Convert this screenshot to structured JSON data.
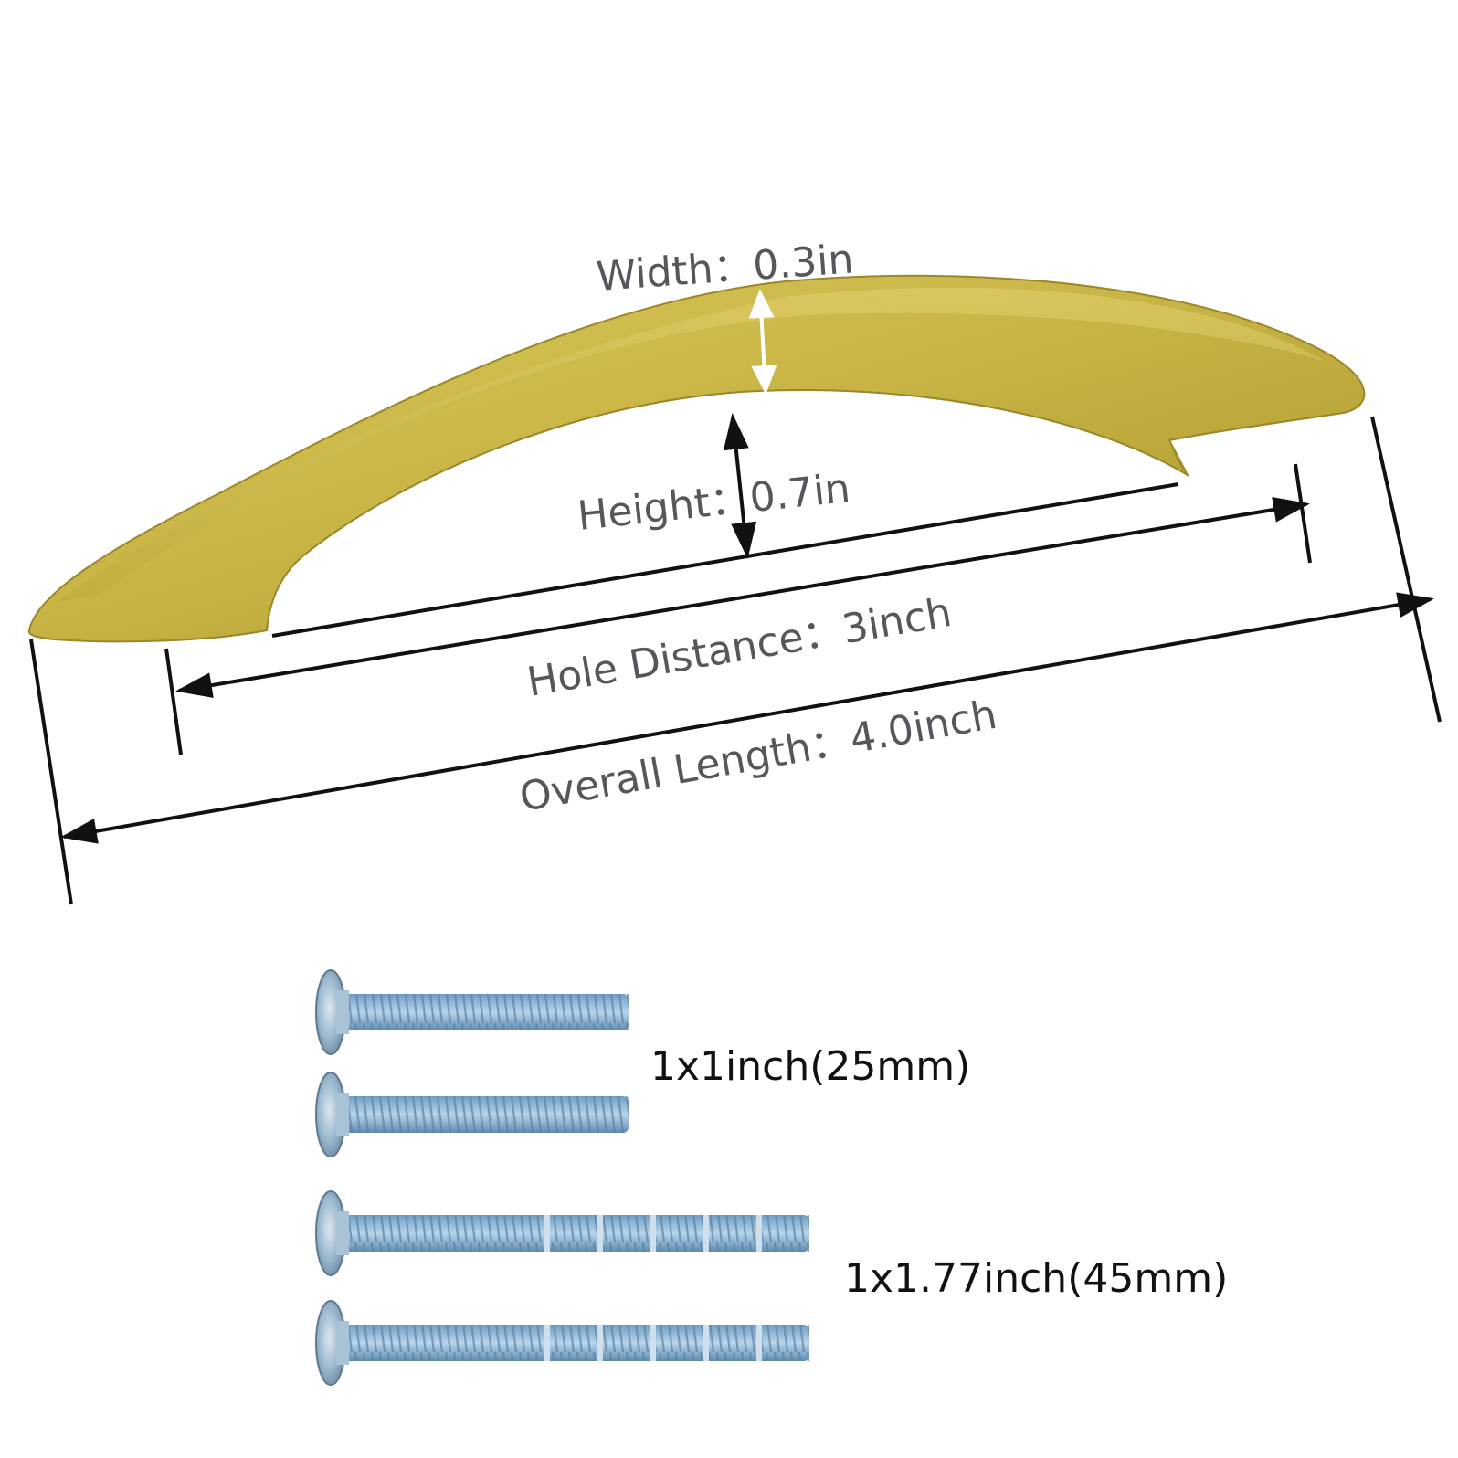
{
  "dimensions": {
    "width": {
      "label": "Width",
      "value": "0.3in"
    },
    "height": {
      "label": "Height",
      "value": "0.7in"
    },
    "hole_distance": {
      "label": "Hole Distance",
      "value": "3inch"
    },
    "overall_length": {
      "label": "Overall Length",
      "value": "4.0inch"
    }
  },
  "screws": {
    "short": {
      "label": "1x1inch(25mm)",
      "count": 2
    },
    "long": {
      "label": "1x1.77inch(45mm)",
      "count": 2
    }
  },
  "colors": {
    "handle": "#c9b545",
    "screw": "#8fb8d6",
    "label_text": "#55575c",
    "screw_text": "#111111",
    "dimension_line": "#111111"
  },
  "icons": {
    "handle": "gold-cabinet-pull-handle",
    "screw": "machine-screw"
  }
}
